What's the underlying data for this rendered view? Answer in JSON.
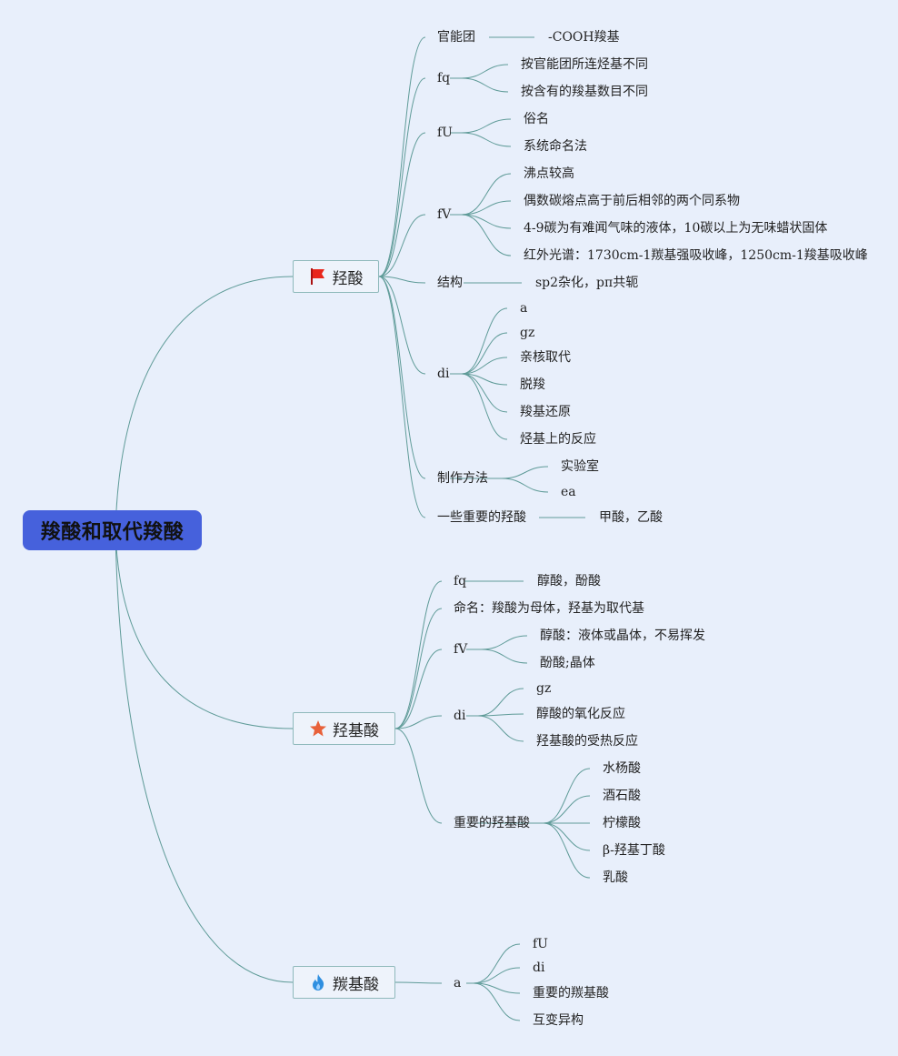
{
  "root": {
    "title": "羧酸和取代羧酸"
  },
  "branches": [
    {
      "title": "羟酸",
      "icon": "red-flag-icon",
      "items": [
        {
          "label": "官能团",
          "children": [
            "-COOH羧基"
          ]
        },
        {
          "label": "fq",
          "children": [
            "按官能团所连烃基不同",
            "按含有的羧基数目不同"
          ]
        },
        {
          "label": "fU",
          "children": [
            "俗名",
            "系统命名法"
          ]
        },
        {
          "label": "fV",
          "children": [
            "沸点较高",
            "偶数碳熔点高于前后相邻的两个同系物",
            "4-9碳为有难闻气味的液体，10碳以上为无味蜡状固体",
            "红外光谱：1730cm-1羰基强吸收峰，1250cm-1羧基吸收峰"
          ]
        },
        {
          "label": "结构",
          "children": [
            "sp2杂化，pπ共轭"
          ]
        },
        {
          "label": "di",
          "children": [
            "a",
            "gz",
            "亲核取代",
            "脱羧",
            "羧基还原",
            "烃基上的反应"
          ]
        },
        {
          "label": "制作方法",
          "children": [
            "实验室",
            "ea"
          ]
        },
        {
          "label": "一些重要的羟酸",
          "children": [
            "甲酸，乙酸"
          ]
        }
      ]
    },
    {
      "title": "羟基酸",
      "icon": "orange-star-icon",
      "items": [
        {
          "label": "fq",
          "children": [
            "醇酸，酚酸"
          ]
        },
        {
          "label": "命名：羧酸为母体，羟基为取代基",
          "children": []
        },
        {
          "label": "fV",
          "children": [
            "醇酸：液体或晶体，不易挥发",
            "酚酸;晶体"
          ]
        },
        {
          "label": "di",
          "children": [
            "gz",
            "醇酸的氧化反应",
            "羟基酸的受热反应"
          ]
        },
        {
          "label": "重要的羟基酸",
          "children": [
            "水杨酸",
            "酒石酸",
            "柠檬酸",
            "β-羟基丁酸",
            "乳酸"
          ]
        }
      ]
    },
    {
      "title": "羰基酸",
      "icon": "blue-flame-icon",
      "items": [
        {
          "label": "a",
          "children": [
            "fU",
            "di",
            "重要的羰基酸",
            "互变异构"
          ]
        }
      ]
    }
  ],
  "colors": {
    "background": "#e8effb",
    "root_fill": "#4661dc",
    "line": "#5f9b98",
    "flag": "#e8261c",
    "star": "#e8613a",
    "flame": "#2f8fe0"
  }
}
